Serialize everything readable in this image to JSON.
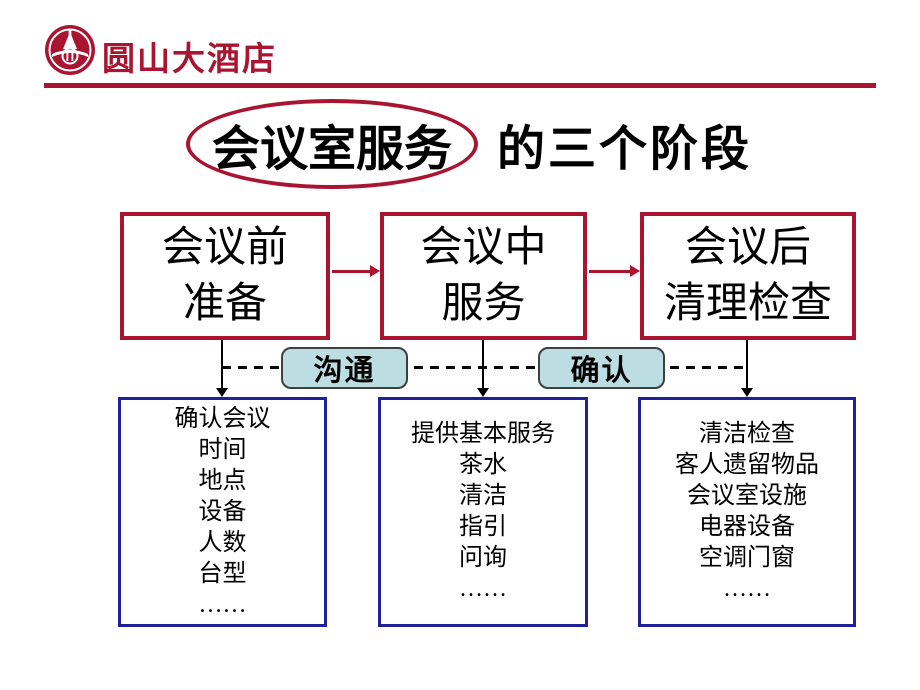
{
  "slide": {
    "header": {
      "brand": "圆山大酒店"
    },
    "title": {
      "circled": "会议室服务",
      "suffix": "的三个阶段"
    },
    "stages": [
      {
        "line1": "会议前",
        "line2": "准备"
      },
      {
        "line1": "会议中",
        "line2": "服务"
      },
      {
        "line1": "会议后",
        "line2": "清理检查"
      }
    ],
    "connector_labels": [
      {
        "label": "沟通"
      },
      {
        "label": "确认"
      }
    ],
    "details": [
      {
        "lines": [
          "确认会议",
          "时间",
          "地点",
          "设备",
          "人数",
          "台型",
          "……"
        ]
      },
      {
        "lines": [
          "提供基本服务",
          "茶水",
          "清洁",
          "指引",
          "问询",
          "……"
        ]
      },
      {
        "lines": [
          "清洁检查",
          "客人遗留物品",
          "会议室设施",
          "电器设备",
          "空调门窗",
          "……"
        ]
      }
    ],
    "colors": {
      "crimson": "#A91431",
      "navy": "#20209A",
      "pill_fill": "#BCDEE3",
      "pill_border": "#3F3F3F",
      "text": "#000000",
      "background": "#FFFFFF"
    }
  }
}
